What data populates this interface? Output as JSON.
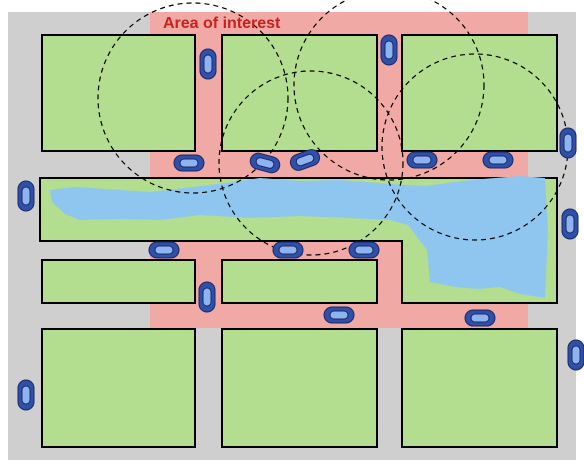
{
  "title": "Area of interest",
  "colors": {
    "road": "#cfcfcf",
    "area_of_interest": "#f0a9a4",
    "block_fill": "#b3dd8f",
    "block_stroke": "#000000",
    "water": "#8fc6f0",
    "car_fill": "#2f4fa8",
    "car_window": "#8db4ee",
    "title_color": "#c8211e",
    "circle_stroke": "#000000"
  },
  "legend_items": [],
  "icons": {
    "vehicle": "car-icon",
    "coverage": "coverage-circle",
    "river": "water-body"
  }
}
